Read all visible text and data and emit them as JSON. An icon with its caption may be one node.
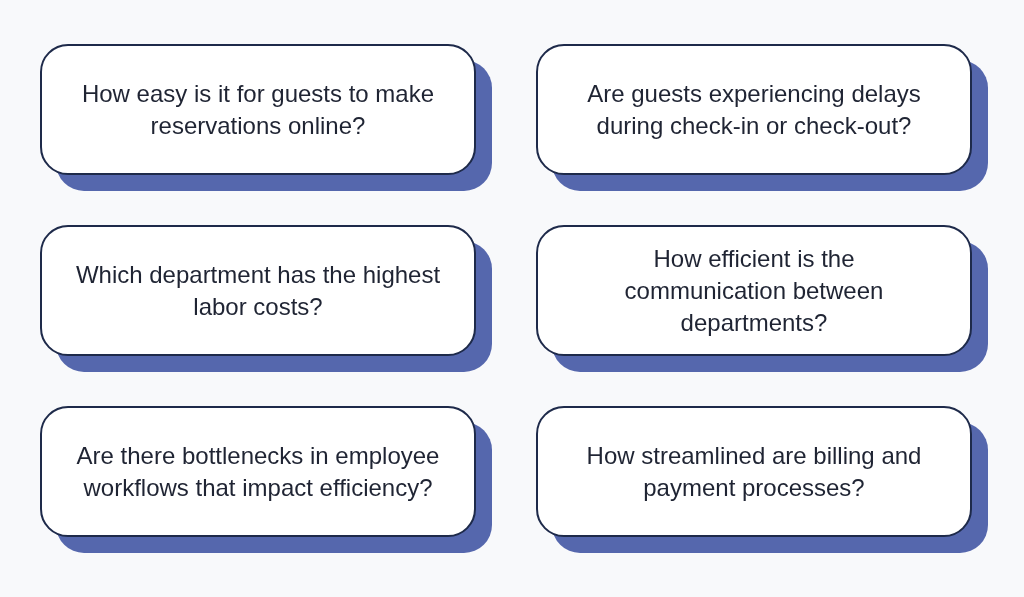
{
  "diagram": {
    "nodes": [
      {
        "text": [
          "How easy is it for guests to make reservations online?"
        ]
      },
      {
        "text": [
          "Are guests experiencing delays during check-in or check-out?"
        ]
      },
      {
        "text": [
          "Which department has the highest labor costs?"
        ]
      },
      {
        "text": [
          "How efficient is the communication between departments?"
        ]
      },
      {
        "text": [
          "Are there bottlenecks in employee workflows that impact efficiency?"
        ]
      },
      {
        "text": [
          "How streamlined are billing and payment processes?"
        ]
      }
    ]
  }
}
